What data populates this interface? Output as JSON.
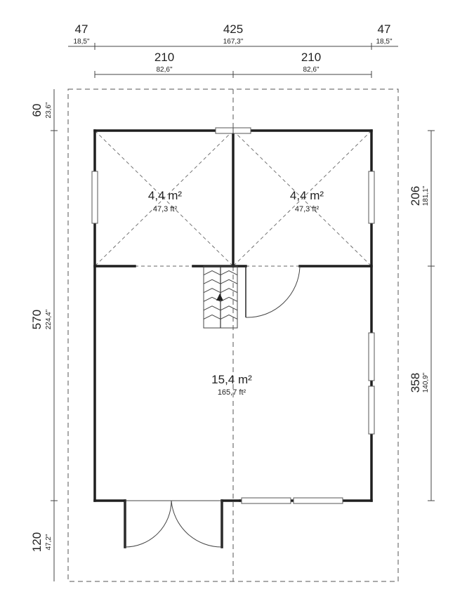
{
  "dimensions": {
    "top_overall": [
      {
        "cm": "47",
        "in": "18,5\""
      },
      {
        "cm": "425",
        "in": "167,3\""
      },
      {
        "cm": "47",
        "in": "18,5\""
      }
    ],
    "top_rooms": [
      {
        "cm": "210",
        "in": "82,6\""
      },
      {
        "cm": "210",
        "in": "82,6\""
      }
    ],
    "left": [
      {
        "cm": "60",
        "in": "23,6\""
      },
      {
        "cm": "570",
        "in": "224,4\""
      },
      {
        "cm": "120",
        "in": "47,2\""
      }
    ],
    "right": [
      {
        "cm": "206",
        "in": "181,1\""
      },
      {
        "cm": "358",
        "in": "140,9\""
      }
    ]
  },
  "rooms": [
    {
      "area_m2": "4,4 m²",
      "area_ft2": "47,3 ft²"
    },
    {
      "area_m2": "4,4 m²",
      "area_ft2": "47,3 ft²"
    },
    {
      "area_m2": "15,4 m²",
      "area_ft2": "165,7 ft²"
    }
  ]
}
